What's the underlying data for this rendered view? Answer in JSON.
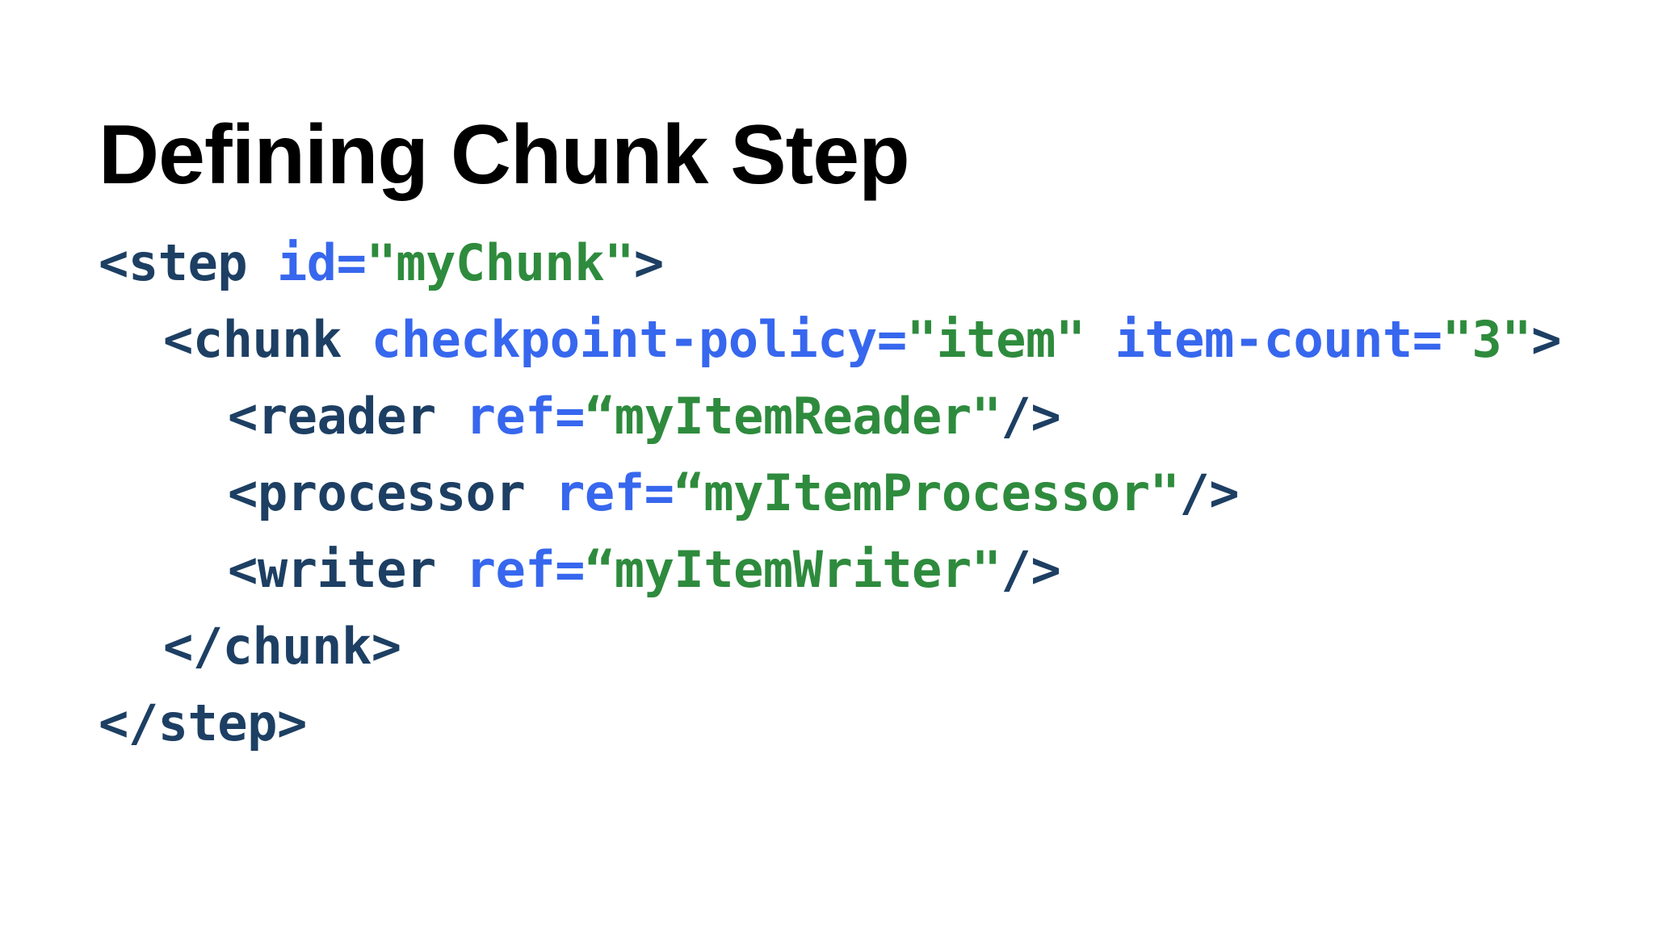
{
  "slide": {
    "title": "Defining Chunk Step",
    "background_color": "#ffffff",
    "title_color": "#000000"
  },
  "colors": {
    "tag": "#1d3f63",
    "attribute": "#3767ee",
    "value": "#2e8b3d"
  },
  "code": {
    "language": "xml",
    "lines": [
      {
        "indent": 0,
        "tokens": [
          {
            "type": "tag",
            "text": "<step"
          },
          {
            "type": "space",
            "text": " "
          },
          {
            "type": "attr",
            "text": "id="
          },
          {
            "type": "value",
            "text": "\"myChunk\""
          },
          {
            "type": "tag",
            "text": ">"
          }
        ]
      },
      {
        "indent": 1,
        "tokens": [
          {
            "type": "tag",
            "text": "<chunk"
          },
          {
            "type": "space",
            "text": " "
          },
          {
            "type": "attr",
            "text": "checkpoint-policy="
          },
          {
            "type": "value",
            "text": "\"item\""
          },
          {
            "type": "space",
            "text": " "
          },
          {
            "type": "attr",
            "text": "item-count="
          },
          {
            "type": "value",
            "text": "\"3\""
          },
          {
            "type": "tag",
            "text": ">"
          }
        ]
      },
      {
        "indent": 2,
        "tokens": [
          {
            "type": "tag",
            "text": "<reader"
          },
          {
            "type": "space",
            "text": " "
          },
          {
            "type": "attr",
            "text": "ref="
          },
          {
            "type": "value",
            "text": "“myItemReader\""
          },
          {
            "type": "tag",
            "text": "/>"
          }
        ]
      },
      {
        "indent": 2,
        "tokens": [
          {
            "type": "tag",
            "text": "<processor"
          },
          {
            "type": "space",
            "text": " "
          },
          {
            "type": "attr",
            "text": "ref="
          },
          {
            "type": "value",
            "text": "“myItemProcessor\""
          },
          {
            "type": "tag",
            "text": "/>"
          }
        ]
      },
      {
        "indent": 2,
        "tokens": [
          {
            "type": "tag",
            "text": "<writer"
          },
          {
            "type": "space",
            "text": " "
          },
          {
            "type": "attr",
            "text": "ref="
          },
          {
            "type": "value",
            "text": "“myItemWriter\""
          },
          {
            "type": "tag",
            "text": "/>"
          }
        ]
      },
      {
        "indent": 1,
        "tokens": [
          {
            "type": "tag",
            "text": "</chunk>"
          }
        ]
      },
      {
        "indent": 0,
        "tokens": [
          {
            "type": "tag",
            "text": "</step>"
          }
        ]
      }
    ]
  }
}
